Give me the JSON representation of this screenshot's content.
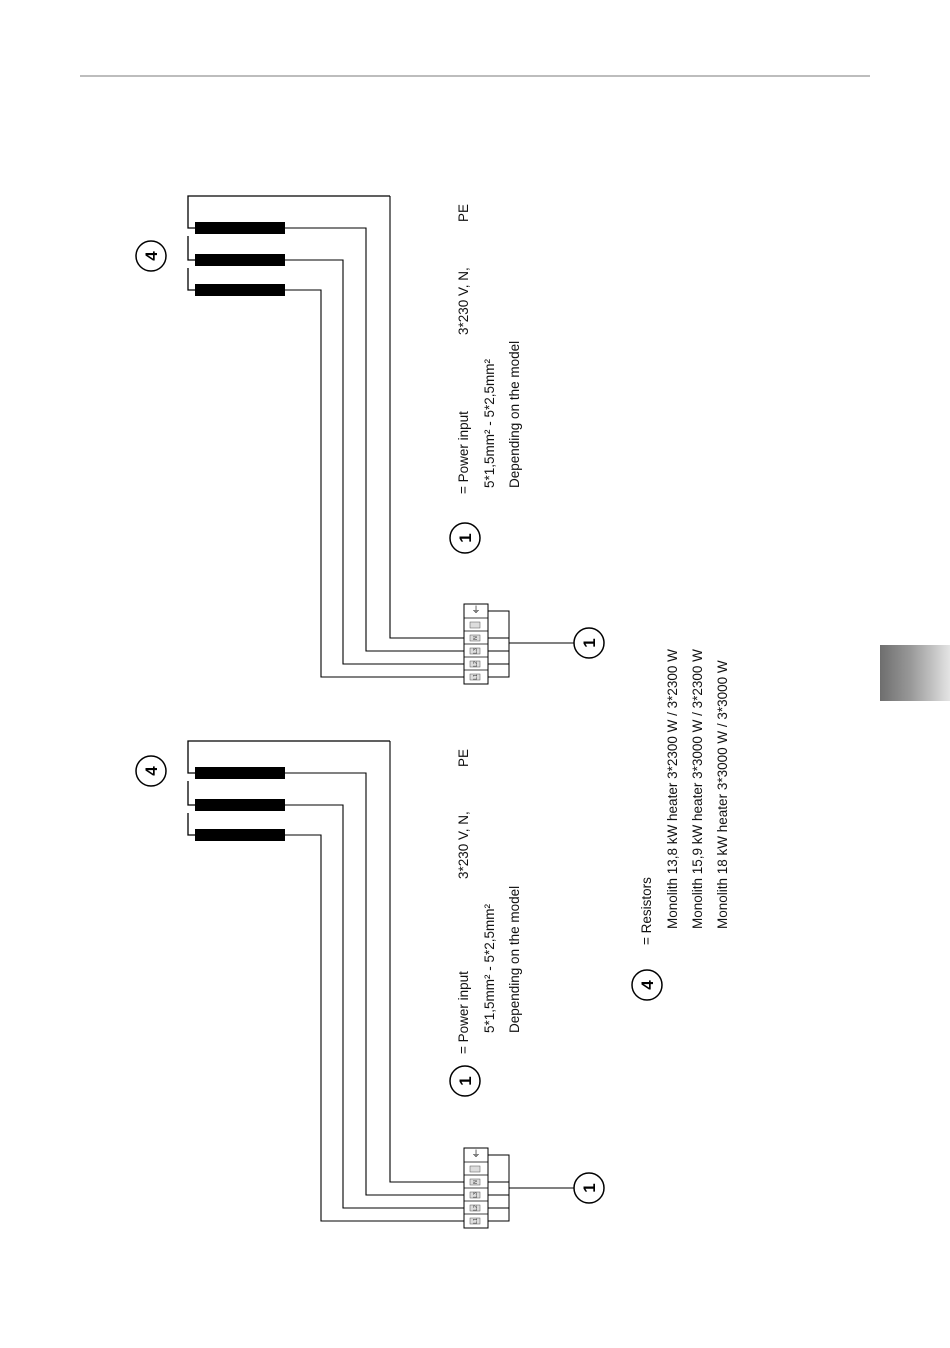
{
  "markers": {
    "power_input": "1",
    "resistors": "4"
  },
  "diagram_top": {
    "legend": {
      "line1": "= Power input",
      "voltage": "3*230 V,  N,",
      "pe": "PE",
      "line2": "5*1,5mm² - 5*2,5mm²",
      "line3": "Depending on the model"
    },
    "terminals": [
      "L1",
      "L2",
      "L3",
      "N",
      "PE"
    ]
  },
  "diagram_bottom": {
    "legend": {
      "line1": "= Power input",
      "voltage": "3*230 V,  N,",
      "pe": "PE",
      "line2": "5*1,5mm² - 5*2,5mm²",
      "line3": "Depending on the model"
    },
    "terminals": [
      "L1",
      "L2",
      "L3",
      "N",
      "PE"
    ]
  },
  "resistors_legend": {
    "title": "= Resistors",
    "rows": [
      "Monolith 13,8 kW heater 3*2300 W / 3*2300 W",
      "Monolith 15,9 kW heater 3*3000 W / 3*2300 W",
      "Monolith 18 kW heater  3*3000 W  / 3*3000 W"
    ]
  }
}
